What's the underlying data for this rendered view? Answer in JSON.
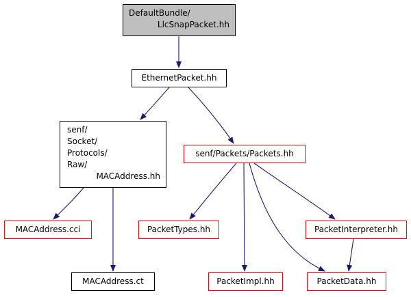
{
  "colors": {
    "edge": "#191970",
    "highlight_border": "#ff0000",
    "current_fill": "#bfbfbf"
  },
  "nodes": [
    {
      "id": "llc",
      "lines": [
        "DefaultBundle/",
        "LlcSnapPacket.hh"
      ],
      "style": "current"
    },
    {
      "id": "eth",
      "lines": [
        "EthernetPacket.hh"
      ],
      "style": "normal"
    },
    {
      "id": "mac",
      "lines": [
        "senf/",
        "Socket/",
        "Protocols/",
        "Raw/",
        "MACAddress.hh"
      ],
      "style": "normal"
    },
    {
      "id": "packets",
      "lines": [
        "senf/Packets/Packets.hh"
      ],
      "style": "red"
    },
    {
      "id": "cci",
      "lines": [
        "MACAddress.cci"
      ],
      "style": "red"
    },
    {
      "id": "types",
      "lines": [
        "PacketTypes.hh"
      ],
      "style": "red"
    },
    {
      "id": "interp",
      "lines": [
        "PacketInterpreter.hh"
      ],
      "style": "red"
    },
    {
      "id": "ct",
      "lines": [
        "MACAddress.ct"
      ],
      "style": "normal"
    },
    {
      "id": "impl",
      "lines": [
        "PacketImpl.hh"
      ],
      "style": "red"
    },
    {
      "id": "pdata",
      "lines": [
        "PacketData.hh"
      ],
      "style": "red"
    }
  ],
  "edges": [
    [
      "llc",
      "eth"
    ],
    [
      "eth",
      "mac"
    ],
    [
      "eth",
      "packets"
    ],
    [
      "mac",
      "cci"
    ],
    [
      "mac",
      "ct"
    ],
    [
      "packets",
      "types"
    ],
    [
      "packets",
      "impl"
    ],
    [
      "packets",
      "pdata"
    ],
    [
      "packets",
      "interp"
    ],
    [
      "interp",
      "pdata"
    ]
  ]
}
